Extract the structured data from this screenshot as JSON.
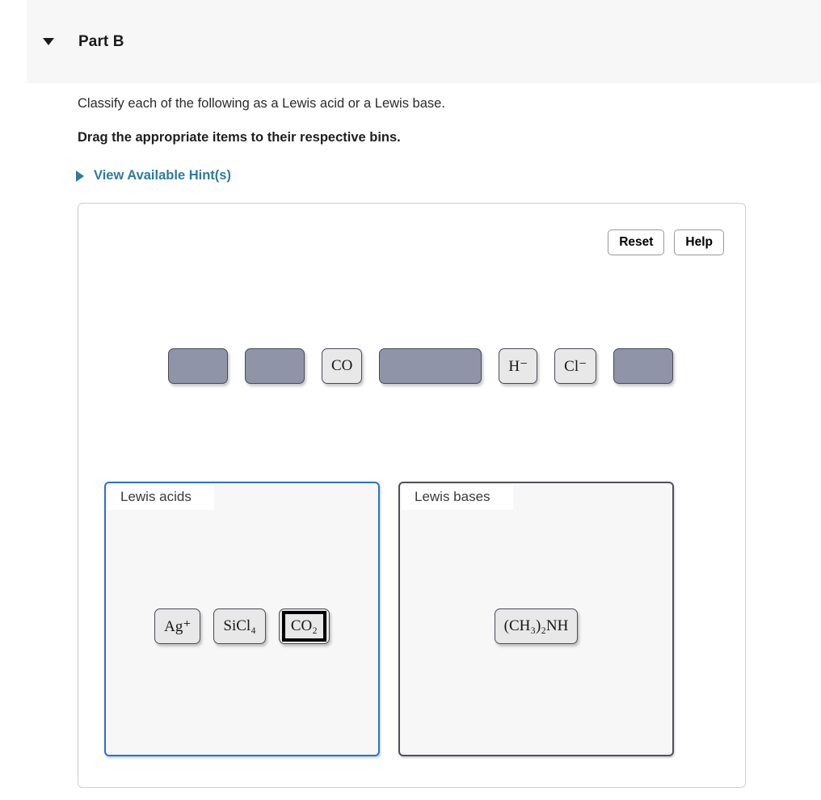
{
  "header": {
    "caret_icon": "caret-down-icon",
    "title": "Part B"
  },
  "question": {
    "prompt": "Classify each of the following as a Lewis acid or a Lewis base.",
    "instruction": "Drag the appropriate items to their respective bins.",
    "hints_link": "View Available Hint(s)",
    "hints_caret_icon": "caret-right-icon"
  },
  "toolbar": {
    "reset_label": "Reset",
    "help_label": "Help"
  },
  "tray": {
    "items": [
      {
        "id": "tray-item-1",
        "label": "",
        "state": "blank",
        "width": "w-sm"
      },
      {
        "id": "tray-item-2",
        "label": "",
        "state": "blank",
        "width": "w-sm"
      },
      {
        "id": "tray-item-3",
        "label": "CO",
        "state": "labeled",
        "width": ""
      },
      {
        "id": "tray-item-4",
        "label": "",
        "state": "blank",
        "width": "w-lg"
      },
      {
        "id": "tray-item-5",
        "label": "H⁻",
        "state": "labeled",
        "width": ""
      },
      {
        "id": "tray-item-6",
        "label": "Cl⁻",
        "state": "labeled",
        "width": ""
      },
      {
        "id": "tray-item-7",
        "label": "",
        "state": "blank",
        "width": "w-sm"
      }
    ]
  },
  "bins": [
    {
      "id": "bin-lewis-acids",
      "label": "Lewis acids",
      "active": true,
      "items": [
        {
          "id": "item-ag-plus",
          "label": "Ag⁺",
          "selected": false
        },
        {
          "id": "item-sicl4",
          "label": "SiCl₄",
          "selected": false
        },
        {
          "id": "item-co2",
          "label": "CO₂",
          "selected": true
        }
      ]
    },
    {
      "id": "bin-lewis-bases",
      "label": "Lewis bases",
      "active": false,
      "items": [
        {
          "id": "item-dimethylamine",
          "label": "(CH₃)₂NH",
          "selected": false
        }
      ]
    }
  ],
  "colors": {
    "header_bg": "#f7f7f7",
    "link": "#2d7b9e",
    "active_bin_border": "#2f6fd0",
    "bin_border": "#50505c",
    "blank_tile": "#9094a8",
    "labeled_tile": "#e8e8e8"
  }
}
